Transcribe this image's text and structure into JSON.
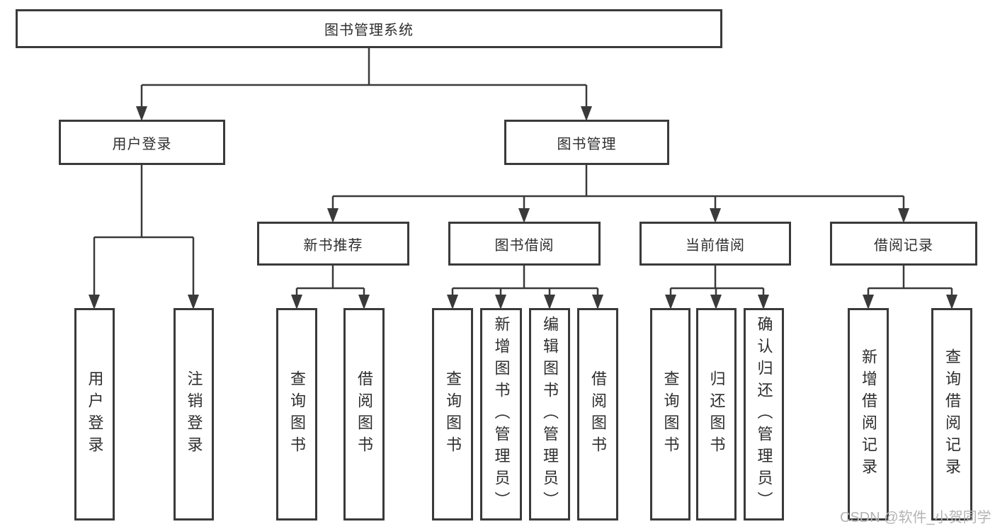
{
  "colors": {
    "line": "#3a3a3a",
    "text": "#2e2e2e",
    "background": "#ffffff",
    "watermark": "#b3b3b3"
  },
  "watermark": "CSDN @软件_小贺同学",
  "diagram": {
    "type": "tree",
    "root": {
      "label": "图书管理系统"
    },
    "level2": {
      "user_login": {
        "label": "用户登录"
      },
      "book_mgmt": {
        "label": "图书管理"
      }
    },
    "level3": {
      "new_book_rec": {
        "label": "新书推荐"
      },
      "book_borrow": {
        "label": "图书借阅"
      },
      "current_borrow": {
        "label": "当前借阅"
      },
      "borrow_records": {
        "label": "借阅记录"
      }
    },
    "leaves": {
      "user_login": {
        "label": "用户登录",
        "parent": "用户登录"
      },
      "logout": {
        "label": "注销登录",
        "parent": "用户登录"
      },
      "query_book_rec": {
        "label": "查询图书",
        "parent": "新书推荐"
      },
      "borrow_book_rec": {
        "label": "借阅图书",
        "parent": "新书推荐"
      },
      "query_book_borrow": {
        "label": "查询图书",
        "parent": "图书借阅"
      },
      "add_book_admin": {
        "label": "新增图书（管理员）",
        "parent": "图书借阅"
      },
      "edit_book_admin": {
        "label": "编辑图书（管理员）",
        "parent": "图书借阅"
      },
      "borrow_book_borrow": {
        "label": "借阅图书",
        "parent": "图书借阅"
      },
      "query_book_current": {
        "label": "查询图书",
        "parent": "当前借阅"
      },
      "return_book": {
        "label": "归还图书",
        "parent": "当前借阅"
      },
      "confirm_return_admin": {
        "label": "确认归还（管理员）",
        "parent": "当前借阅"
      },
      "add_borrow_record": {
        "label": "新增借阅记录",
        "parent": "借阅记录"
      },
      "query_borrow_record": {
        "label": "查询借阅记录",
        "parent": "借阅记录"
      }
    }
  }
}
